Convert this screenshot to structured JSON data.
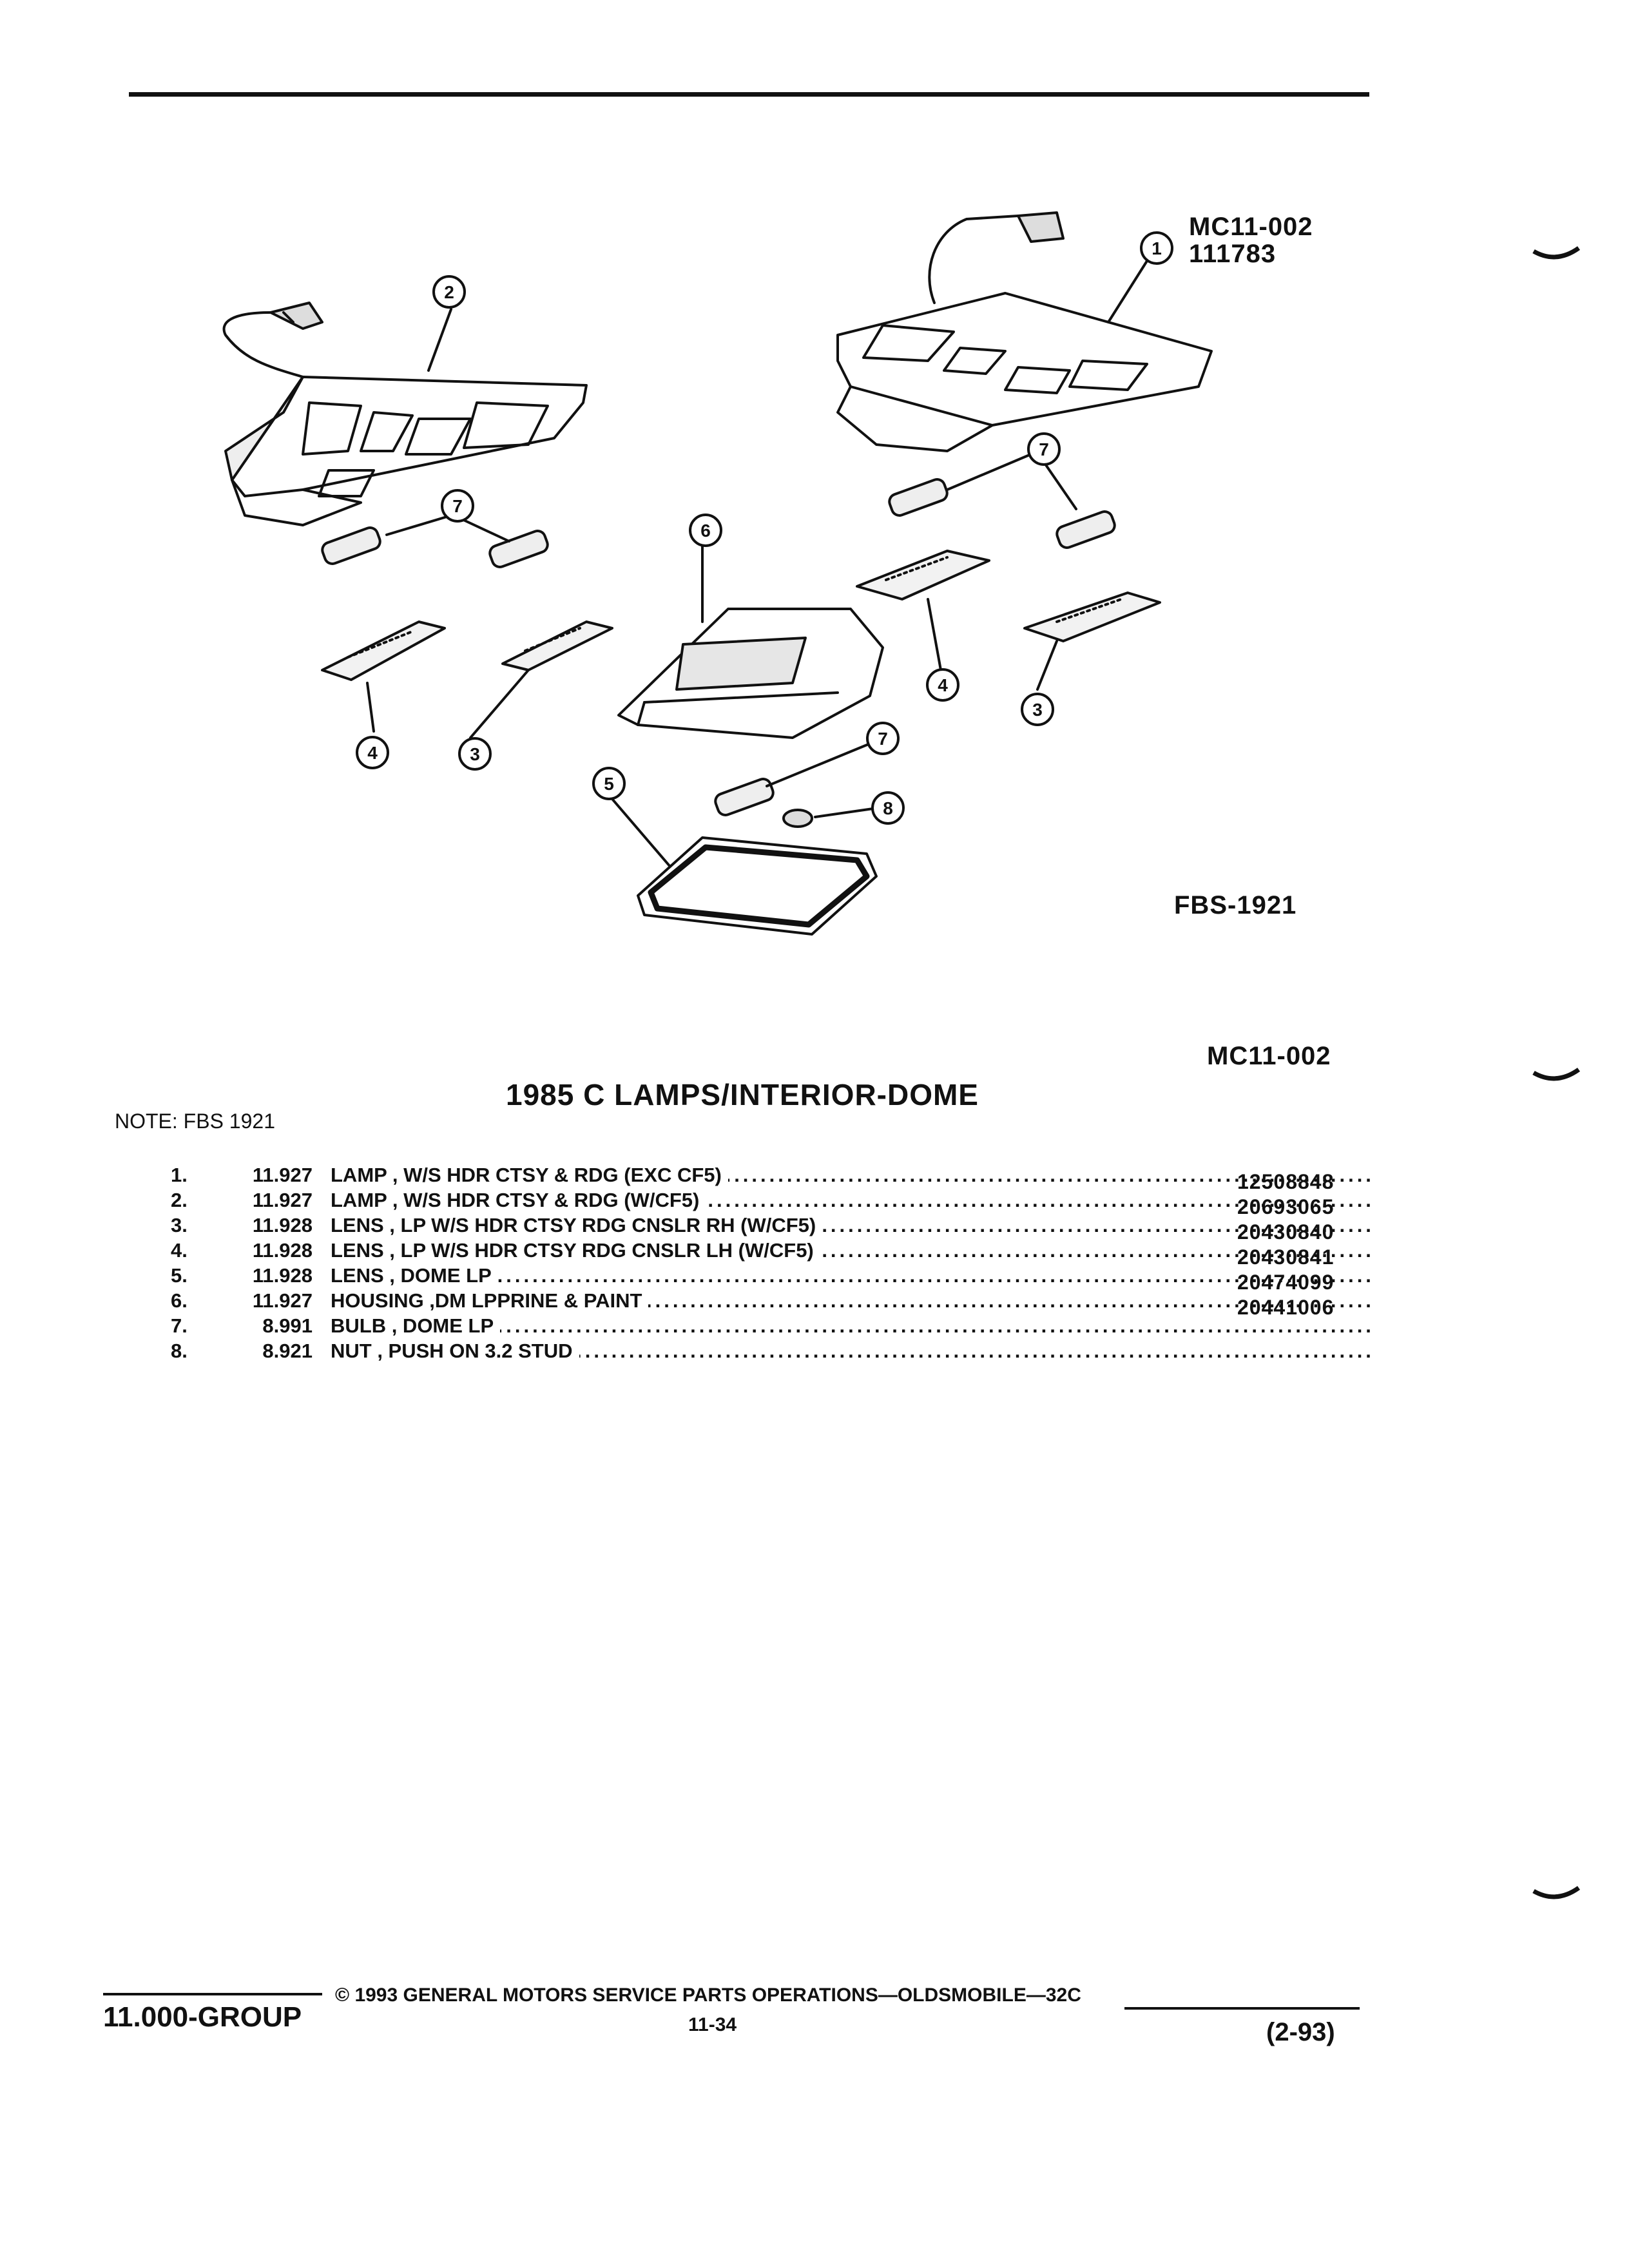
{
  "header": {
    "diagram_code": "MC11-002",
    "diagram_number": "111783",
    "fbs_code": "FBS-1921"
  },
  "diagram": {
    "callouts": [
      "1",
      "2",
      "3",
      "4",
      "5",
      "6",
      "7",
      "8"
    ]
  },
  "section": {
    "code": "MC11-002",
    "title": "1985 C LAMPS/INTERIOR-DOME",
    "note": "NOTE: FBS 1921"
  },
  "parts": [
    {
      "num": "1.",
      "group": "11.927",
      "desc": "LAMP , W/S HDR CTSY & RDG (EXC CF5)",
      "part": "12508848"
    },
    {
      "num": "2.",
      "group": "11.927",
      "desc": "LAMP , W/S HDR CTSY & RDG (W/CF5)",
      "part": "20693065"
    },
    {
      "num": "3.",
      "group": "11.928",
      "desc": "LENS , LP W/S HDR CTSY RDG CNSLR RH (W/CF5)",
      "part": "20430840"
    },
    {
      "num": "4.",
      "group": "11.928",
      "desc": "LENS , LP W/S HDR CTSY RDG CNSLR LH (W/CF5)",
      "part": "20430841"
    },
    {
      "num": "5.",
      "group": "11.928",
      "desc": "LENS , DOME LP",
      "part": "20474099"
    },
    {
      "num": "6.",
      "group": "11.927",
      "desc": "HOUSING ,DM LPPRINE & PAINT",
      "part": "20441006"
    },
    {
      "num": "7.",
      "group": "8.991",
      "desc": "BULB , DOME LP",
      "part": ""
    },
    {
      "num": "8.",
      "group": "8.921",
      "desc": "NUT , PUSH ON 3.2 STUD",
      "part": ""
    }
  ],
  "footer": {
    "group": "11.000-GROUP",
    "copyright": "© 1993 GENERAL MOTORS SERVICE PARTS OPERATIONS—OLDSMOBILE—32C",
    "page": "11-34",
    "date": "(2-93)"
  }
}
